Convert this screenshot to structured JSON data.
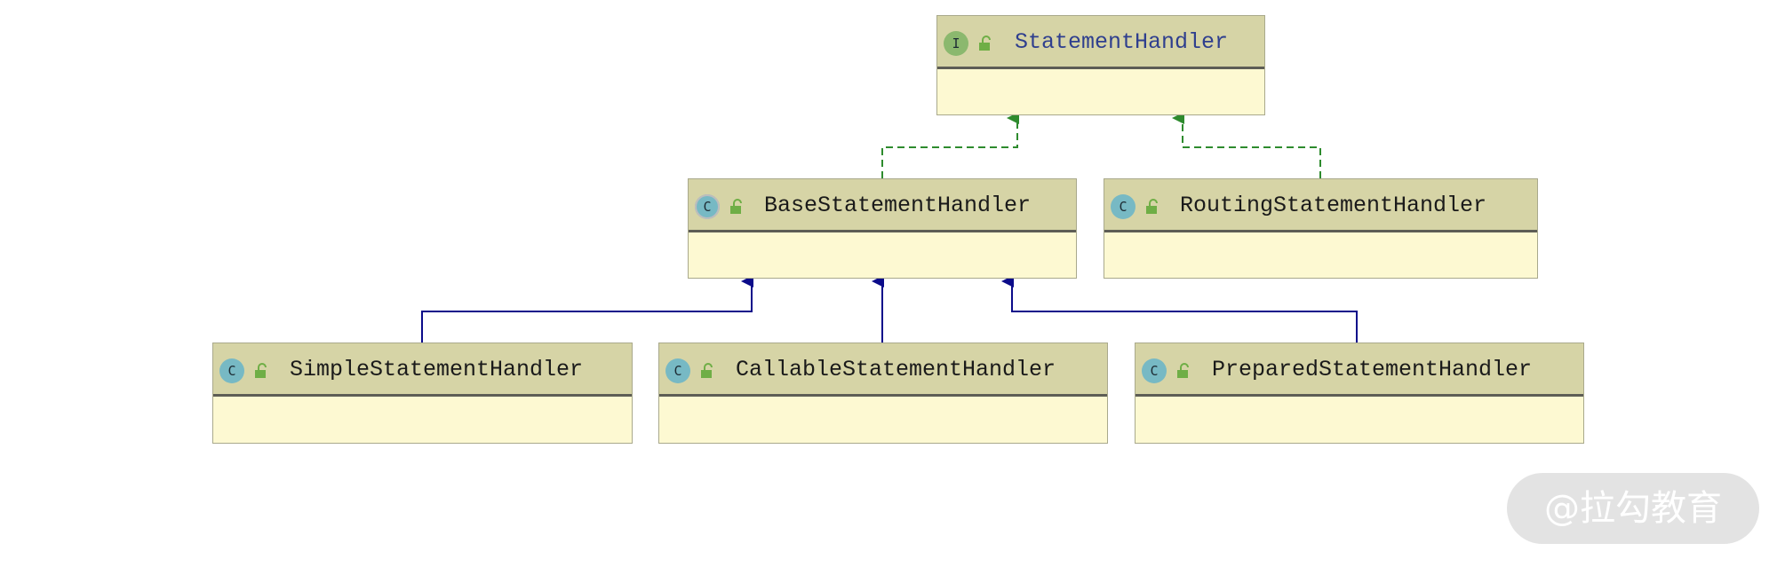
{
  "nodes": {
    "statement_handler": {
      "name": "StatementHandler",
      "kind": "interface",
      "badge": "I"
    },
    "base_statement_handler": {
      "name": "BaseStatementHandler",
      "kind": "abstract class",
      "badge": "C"
    },
    "routing_statement_handler": {
      "name": "RoutingStatementHandler",
      "kind": "class",
      "badge": "C"
    },
    "simple_statement_handler": {
      "name": "SimpleStatementHandler",
      "kind": "class",
      "badge": "C"
    },
    "callable_statement_handler": {
      "name": "CallableStatementHandler",
      "kind": "class",
      "badge": "C"
    },
    "prepared_statement_handler": {
      "name": "PreparedStatementHandler",
      "kind": "class",
      "badge": "C"
    }
  },
  "edges": [
    {
      "from": "BaseStatementHandler",
      "to": "StatementHandler",
      "type": "implements",
      "style": "dashed",
      "color": "#2e8b2e"
    },
    {
      "from": "RoutingStatementHandler",
      "to": "StatementHandler",
      "type": "implements",
      "style": "dashed",
      "color": "#2e8b2e"
    },
    {
      "from": "SimpleStatementHandler",
      "to": "BaseStatementHandler",
      "type": "extends",
      "style": "solid",
      "color": "#0b0b8a"
    },
    {
      "from": "CallableStatementHandler",
      "to": "BaseStatementHandler",
      "type": "extends",
      "style": "solid",
      "color": "#0b0b8a"
    },
    {
      "from": "PreparedStatementHandler",
      "to": "BaseStatementHandler",
      "type": "extends",
      "style": "solid",
      "color": "#0b0b8a"
    }
  ],
  "colors": {
    "header": "#d6d4a6",
    "body": "#fdf9d2",
    "class_badge": "#77b9c4",
    "interface_badge": "#8bb86e",
    "lock_icon": "#6fae46",
    "implements_edge": "#2e8b2e",
    "extends_edge": "#0b0b8a"
  },
  "watermark": "@拉勾教育"
}
